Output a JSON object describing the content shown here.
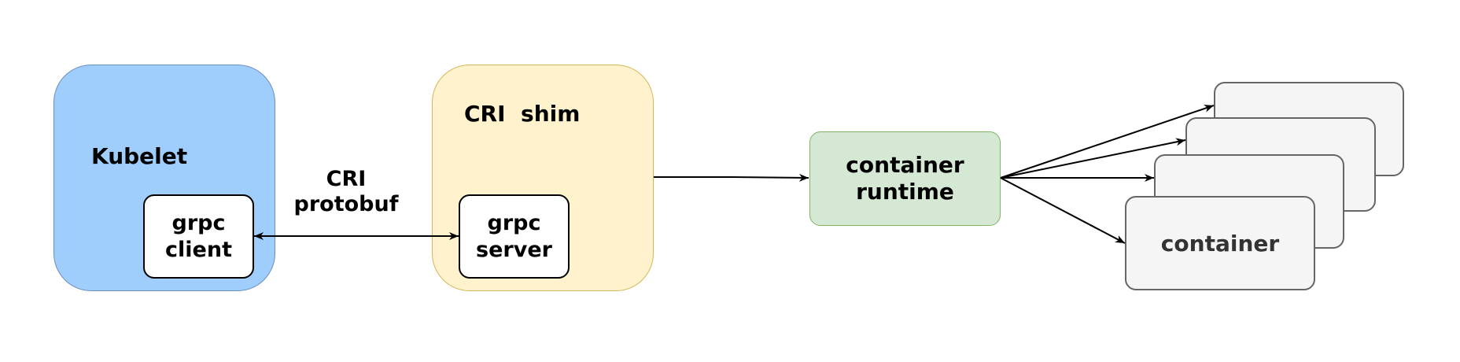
{
  "nodes": {
    "kubelet": {
      "label": "Kubelet"
    },
    "grpc_client": {
      "label": "grpc\nclient"
    },
    "cri_shim": {
      "label": "CRI  shim"
    },
    "grpc_server": {
      "label": "grpc\nserver"
    },
    "container_runtime": {
      "label": "container\nruntime"
    },
    "container": {
      "label": "container"
    }
  },
  "edges": {
    "client_server": {
      "label": "CRI\nprotobuf",
      "direction": "both"
    },
    "shim_runtime": {
      "direction": "forward"
    },
    "runtime_containers": {
      "count": 4,
      "direction": "forward"
    }
  },
  "colors": {
    "kubelet_fill": "#9fcdfc",
    "kubelet_stroke": "#6c8ebf",
    "shim_fill": "#fff2cc",
    "shim_stroke": "#d6b656",
    "runtime_fill": "#d5e8d4",
    "runtime_stroke": "#82b366",
    "container_fill": "#f5f5f5",
    "container_stroke": "#666666"
  }
}
